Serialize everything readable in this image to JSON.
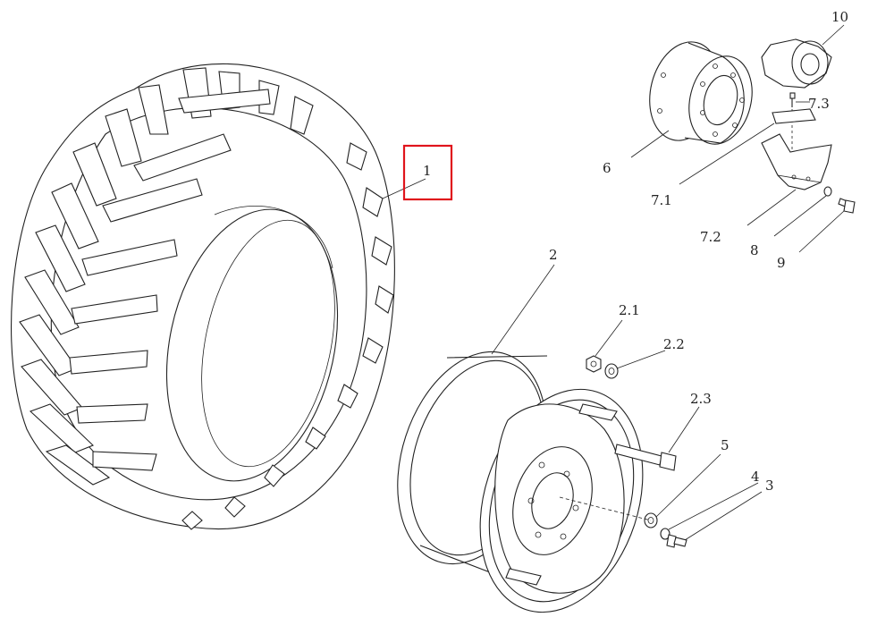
{
  "diagram": {
    "callouts": [
      {
        "id": "tire",
        "label": "1",
        "highlighted": true
      },
      {
        "id": "rim",
        "label": "2"
      },
      {
        "id": "nut",
        "label": "2.1"
      },
      {
        "id": "washer-2-2",
        "label": "2.2"
      },
      {
        "id": "bolt-2-3",
        "label": "2.3"
      },
      {
        "id": "bolt-3",
        "label": "3"
      },
      {
        "id": "washer-4",
        "label": "4"
      },
      {
        "id": "washer-5",
        "label": "5"
      },
      {
        "id": "hub-6",
        "label": "6"
      },
      {
        "id": "part-7-1",
        "label": "7.1"
      },
      {
        "id": "part-7-2",
        "label": "7.2"
      },
      {
        "id": "screw-7-3",
        "label": "7.3"
      },
      {
        "id": "washer-8",
        "label": "8"
      },
      {
        "id": "bolt-9",
        "label": "9"
      },
      {
        "id": "part-10",
        "label": "10"
      }
    ],
    "highlight_color": "#e0141c"
  }
}
